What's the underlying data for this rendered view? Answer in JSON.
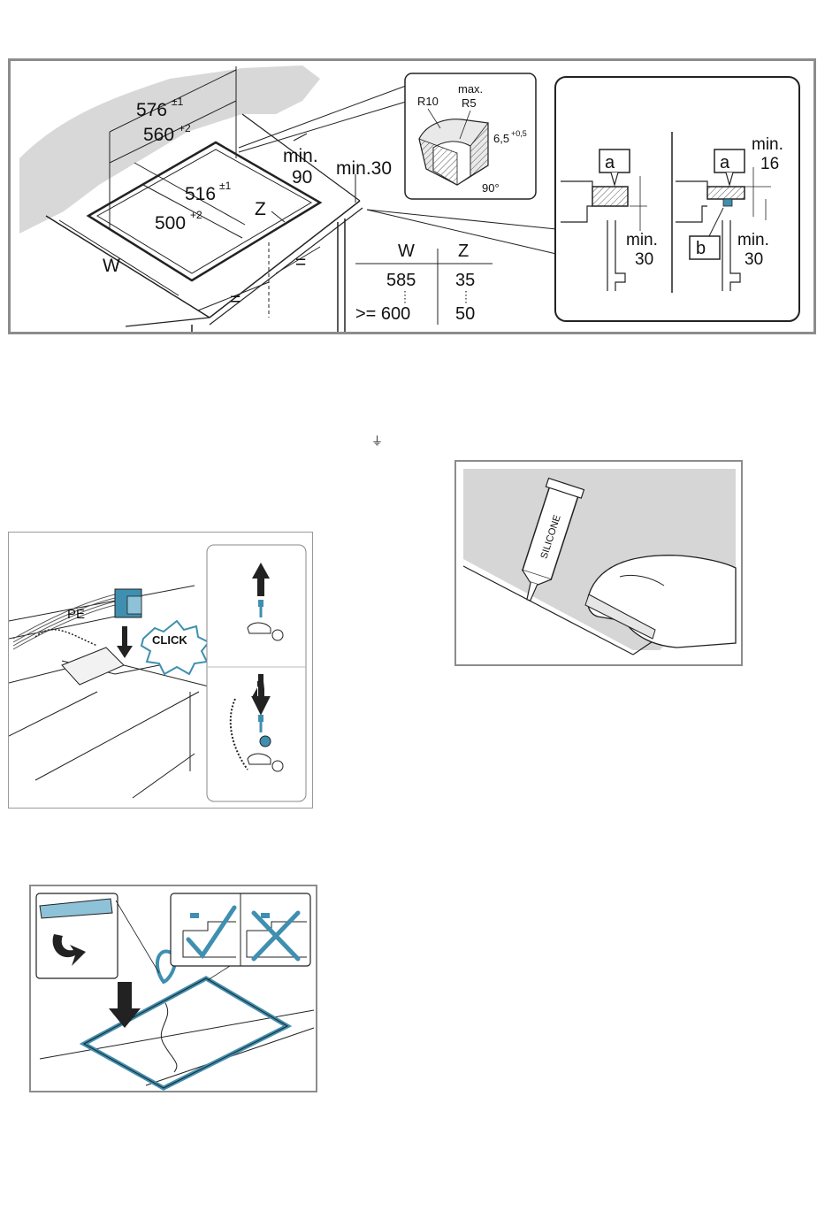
{
  "cutout": {
    "dim_576": "576",
    "dim_576_tol": "±1",
    "dim_560": "560",
    "dim_560_tol": "+2",
    "dim_516": "516",
    "dim_516_tol": "±1",
    "dim_500": "500",
    "dim_500_tol": "+2",
    "min90_a": "min.",
    "min90_b": "90",
    "min30_top": "min.30",
    "label_z": "Z",
    "label_w": "W",
    "eq": "=",
    "corner": {
      "r10": "R10",
      "max": "max.",
      "r5": "R5",
      "depth": "6,5",
      "depth_tol": "+0,5",
      "angle": "90°"
    },
    "table": {
      "headers": [
        "W",
        "Z"
      ],
      "rows": [
        [
          "585",
          "35"
        ],
        [
          ">= 600",
          "50"
        ]
      ]
    },
    "detail": {
      "label_a": "a",
      "label_b": "b",
      "left_min_a": "min.",
      "left_min_b": "30",
      "right_top_a": "min.",
      "right_top_b": "16",
      "right_bot_a": "min.",
      "right_bot_b": "30"
    }
  },
  "earth_symbol": "⏚",
  "wiring": {
    "pe": "PE",
    "click": "CLICK"
  },
  "silicone": {
    "tube_text": "SILICONE"
  },
  "colors": {
    "accent_blue": "#3f8fb0",
    "frame_gray": "#8c8c8c",
    "wall_gray": "#d8d8d8"
  }
}
